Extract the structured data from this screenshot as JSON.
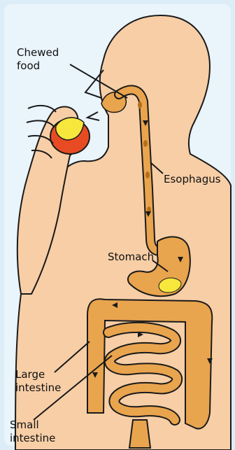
{
  "labels": {
    "chewed_food": "Chewed\nfood",
    "esophagus": "Esophagus",
    "stomach": "Stomach",
    "large_intestine": "Large\nintestine",
    "small_intestine": "Small\nintestine"
  },
  "colors": {
    "background": "#dcedf7",
    "skin": "#f7cea6",
    "organ": "#e9a44e",
    "organ_dark": "#b56f1c",
    "apple": "#e84b24",
    "food": "#f7e73d",
    "outline": "#1a1a1a"
  }
}
